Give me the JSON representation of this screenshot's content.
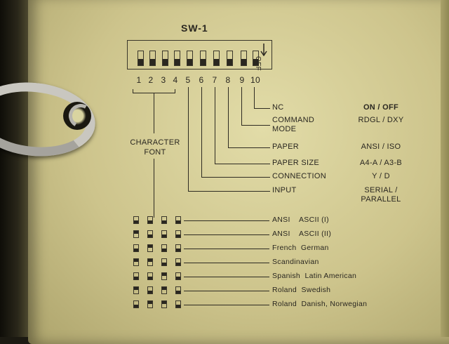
{
  "title": "SW-1",
  "switch_numbers": [
    "1",
    "2",
    "3",
    "4",
    "5",
    "6",
    "7",
    "8",
    "9",
    "10"
  ],
  "off_label": "OFF",
  "group_label": [
    "CHARACTER",
    "FONT"
  ],
  "settings": [
    {
      "name": [
        "NC"
      ],
      "value": [
        "ON / OFF"
      ]
    },
    {
      "name": [
        "COMMAND",
        "MODE"
      ],
      "value": [
        "RDGL / DXY"
      ]
    },
    {
      "name": [
        "PAPER"
      ],
      "value": [
        "ANSI / ISO"
      ]
    },
    {
      "name": [
        "PAPER SIZE"
      ],
      "value": [
        "A4-A / A3-B"
      ]
    },
    {
      "name": [
        "CONNECTION"
      ],
      "value": [
        "Y / D"
      ]
    },
    {
      "name": [
        "INPUT"
      ],
      "value": [
        "SERIAL /",
        "PARALLEL"
      ]
    }
  ],
  "fonts": [
    {
      "label": "ANSI    ASCII (I)",
      "switches": [
        0,
        0,
        0,
        0
      ]
    },
    {
      "label": "ANSI    ASCII (II)",
      "switches": [
        1,
        0,
        0,
        0
      ]
    },
    {
      "label": "French  German",
      "switches": [
        0,
        1,
        0,
        0
      ]
    },
    {
      "label": "Scandinavian",
      "switches": [
        1,
        1,
        0,
        0
      ]
    },
    {
      "label": "Spanish  Latin American",
      "switches": [
        0,
        0,
        1,
        0
      ]
    },
    {
      "label": "Roland  Swedish",
      "switches": [
        1,
        0,
        1,
        0
      ]
    },
    {
      "label": "Roland  Danish, Norwegian",
      "switches": [
        0,
        1,
        1,
        0
      ]
    }
  ]
}
